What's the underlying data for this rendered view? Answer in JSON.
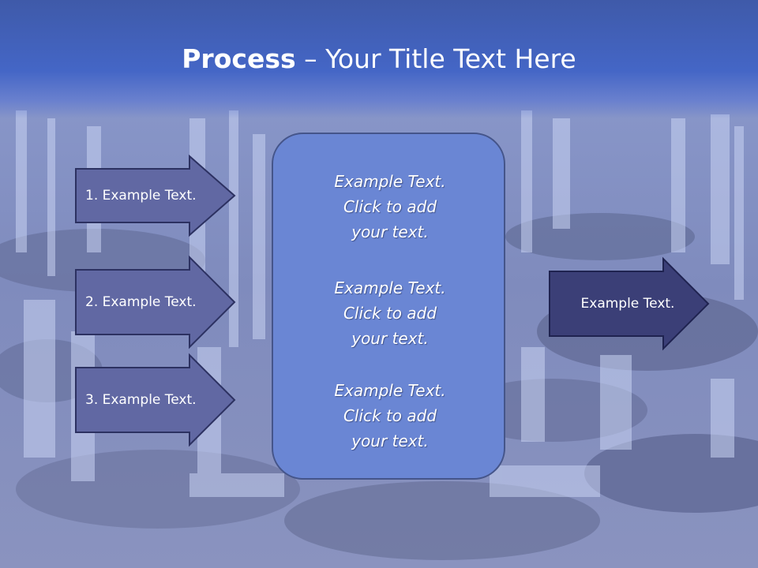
{
  "title": {
    "bold": "Process",
    "rest": " – Your Title Text Here"
  },
  "inputs": [
    {
      "label": "1. Example Text."
    },
    {
      "label": "2. Example Text."
    },
    {
      "label": "3. Example Text."
    }
  ],
  "center": {
    "paragraphs": [
      {
        "line1": "Example Text.",
        "line2": "Click  to add",
        "line3": "your text."
      },
      {
        "line1": "Example Text.",
        "line2": "Click  to add",
        "line3": "your text."
      },
      {
        "line1": "Example Text.",
        "line2": "Click  to add",
        "line3": "your text."
      }
    ]
  },
  "output": {
    "label": "Example Text."
  },
  "colors": {
    "input_arrow_fill": "#6168a3",
    "output_arrow_fill": "#3b3f77",
    "center_fill": "#6a86d4",
    "title_band": "#4466c6"
  }
}
